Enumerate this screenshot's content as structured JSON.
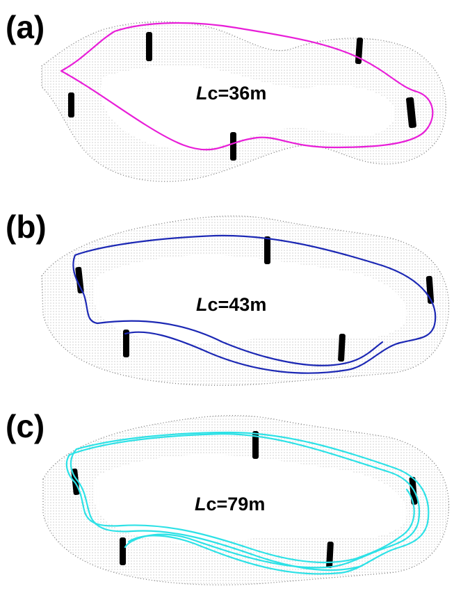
{
  "panels": [
    {
      "id": "a",
      "label": "(a)",
      "lc_prefix": "L",
      "lc_suffix": "c=36m",
      "line_color": "#e81ed8"
    },
    {
      "id": "b",
      "label": "(b)",
      "lc_prefix": "L",
      "lc_suffix": "c=43m",
      "line_color": "#1c28b4"
    },
    {
      "id": "c",
      "label": "(c)",
      "lc_prefix": "L",
      "lc_suffix": "c=79m",
      "line_color": "#2de1e6"
    }
  ],
  "colors": {
    "mesh": "#8a8a8a",
    "coil": "#000000",
    "background": "#ffffff"
  }
}
